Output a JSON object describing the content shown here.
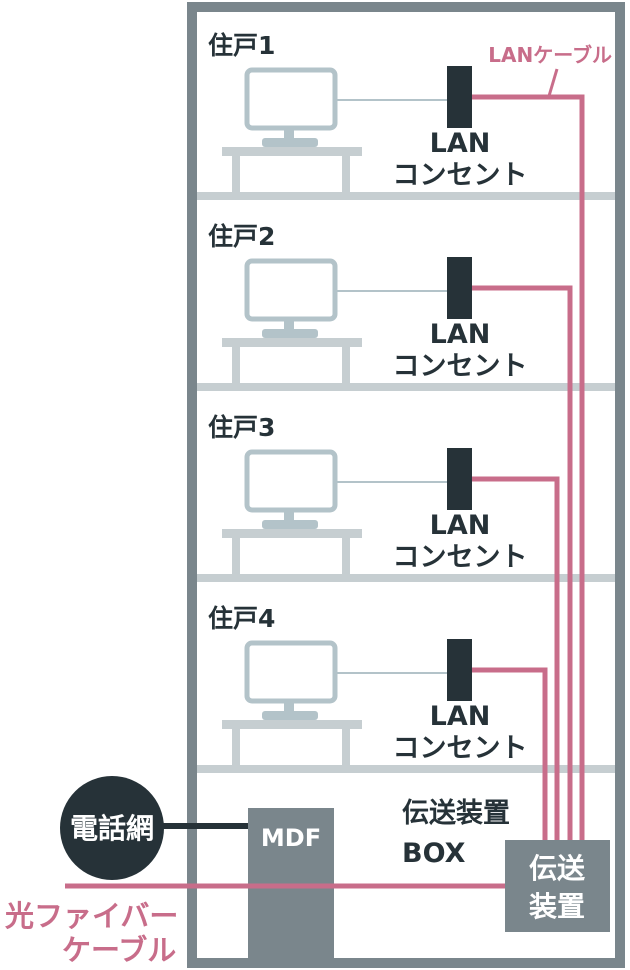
{
  "colors": {
    "frame": "#7a868c",
    "light": "#c6ced1",
    "monitor": "#b3c3c9",
    "dark": "#263238",
    "pink": "#c86d8a",
    "white": "#ffffff"
  },
  "icons": {
    "monitor": "monitor-icon",
    "outlet": "lan-outlet-icon"
  },
  "cable_label": "LANケーブル",
  "units": [
    {
      "label": "住戸1",
      "outlet_line1": "LAN",
      "outlet_line2": "コンセント"
    },
    {
      "label": "住戸2",
      "outlet_line1": "LAN",
      "outlet_line2": "コンセント"
    },
    {
      "label": "住戸3",
      "outlet_line1": "LAN",
      "outlet_line2": "コンセント"
    },
    {
      "label": "住戸4",
      "outlet_line1": "LAN",
      "outlet_line2": "コンセント"
    }
  ],
  "box_label": {
    "line1": "伝送装置",
    "line2": "BOX"
  },
  "transmission_device": {
    "line1": "伝送",
    "line2": "装置"
  },
  "mdf": "MDF",
  "telephone_network": "電話網",
  "fiber_label": {
    "line1": "光ファイバー",
    "line2": "ケーブル"
  }
}
